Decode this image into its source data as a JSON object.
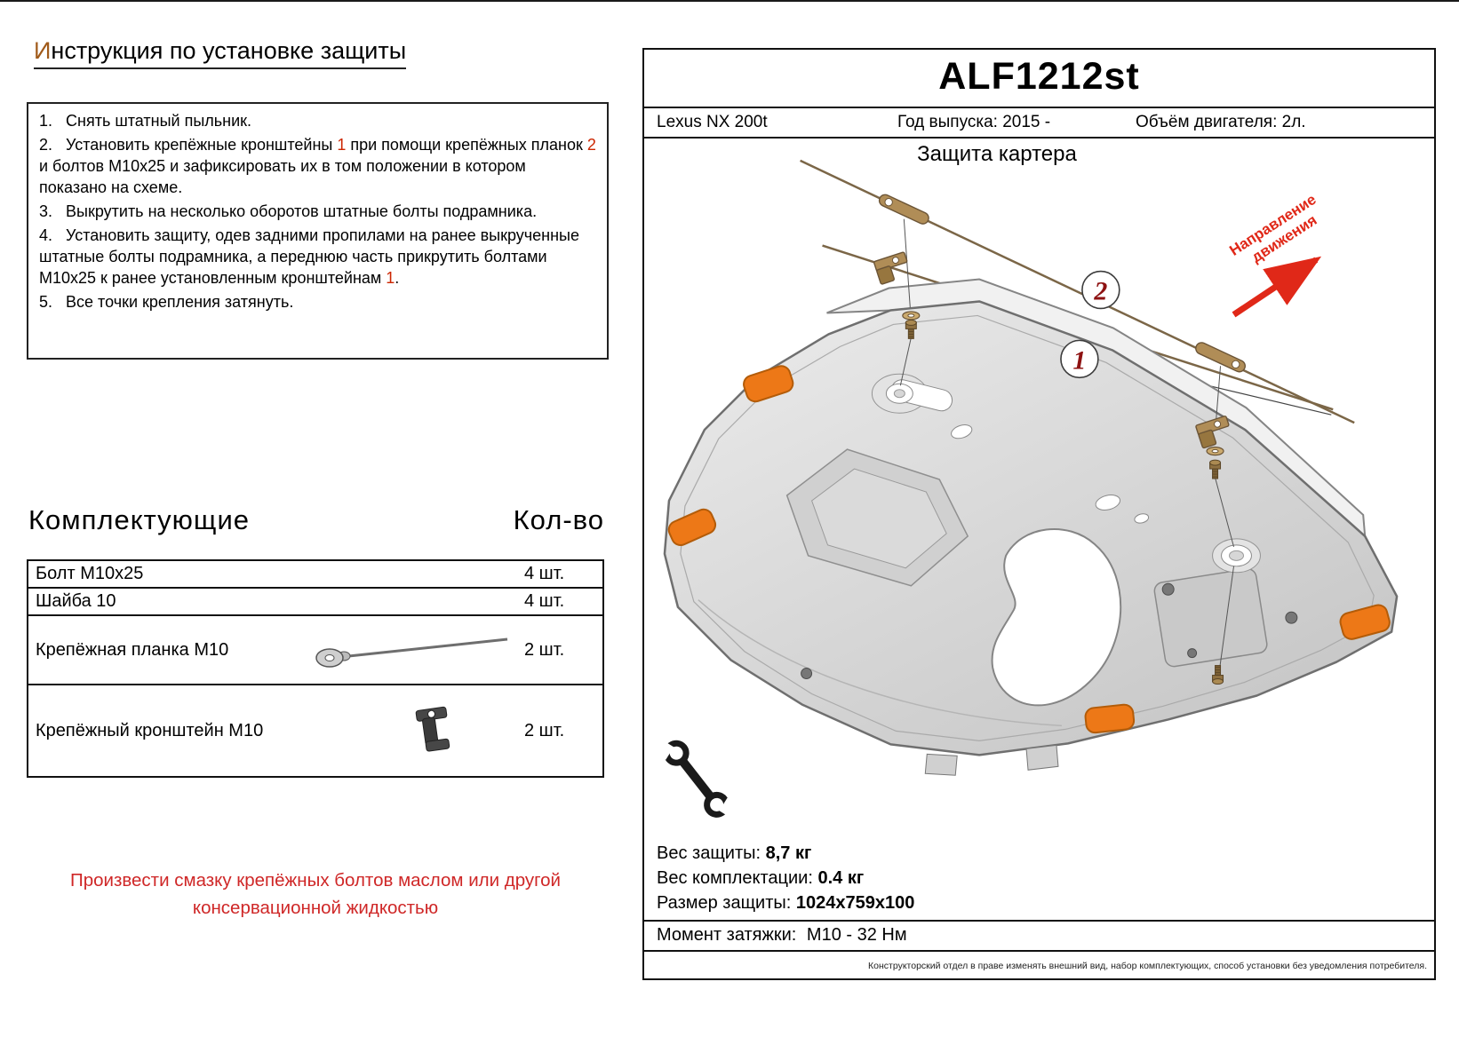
{
  "colors": {
    "accent_red": "#cc2500",
    "note_red": "#cf2727",
    "callout_red": "#8e1212",
    "arrow_red": "#e02818",
    "pad_orange": "#ed7817",
    "bracket_tan": "#b08d57",
    "title_initial": "#a05a1a"
  },
  "icons": {
    "wrench": "wrench-icon",
    "mount_plate": "mount-plate-icon",
    "bracket": "bracket-icon",
    "direction_arrow": "direction-arrow-icon"
  },
  "title": {
    "initial": "И",
    "rest": "нструкция по установке защиты"
  },
  "instructions": {
    "item1": {
      "s0": "1.   Снять штатный пыльник."
    },
    "item2": {
      "s0": "2.   Установить крепёжные кронштейны ",
      "s1": "1",
      "s2": " при помощи крепёжных планок ",
      "s3": "2",
      "s4": " и болтов М10х25 и зафиксировать их в том положении в котором показано на схеме."
    },
    "item3": {
      "s0": "3.   Выкрутить на несколько оборотов штатные болты подрамника."
    },
    "item4": {
      "s0": "4.   Установить защиту, одев задними пропилами на ранее выкрученные штатные болты подрамника, а переднюю часть прикрутить болтами М10х25 к ранее установленным кронштейнам ",
      "s1": "1",
      "s2": "."
    },
    "item5": {
      "s0": "5.   Все точки крепления затянуть."
    }
  },
  "components": {
    "heading": "Комплектующие",
    "qty_heading": "Кол-во",
    "rows": [
      {
        "name": "Болт М10х25",
        "qty": "4 шт."
      },
      {
        "name": "Шайба 10",
        "qty": "4 шт."
      },
      {
        "name": "Крепёжная планка М10",
        "qty": "2 шт."
      },
      {
        "name": "Крепёжный кронштейн М10",
        "qty": "2 шт."
      }
    ]
  },
  "note": "Произвести смазку крепёжных болтов маслом или другой консервационной жидкостью",
  "panel": {
    "code": "ALF1212st",
    "model": "Lexus NX 200t",
    "year": "Год выпуска: 2015 -",
    "engine": "Объём двигателя: 2л.",
    "drawing_title": "Защита картера",
    "direction_line1": "Направление",
    "direction_line2": "движения",
    "callout_1": "1",
    "callout_2": "2",
    "specs": {
      "weight_label": "Вес защиты:",
      "weight_value": "8,7 кг",
      "kit_label": "Вес комплектации:",
      "kit_value": "0.4 кг",
      "size_label": "Размер защиты:",
      "size_value": "1024x759x100",
      "torque_label": "Момент затяжки:",
      "torque_value": "М10 - 32 Нм"
    },
    "disclaimer": "Конструкторский отдел в праве изменять внешний вид, набор комплектующих, способ установки без уведомления потребителя."
  }
}
